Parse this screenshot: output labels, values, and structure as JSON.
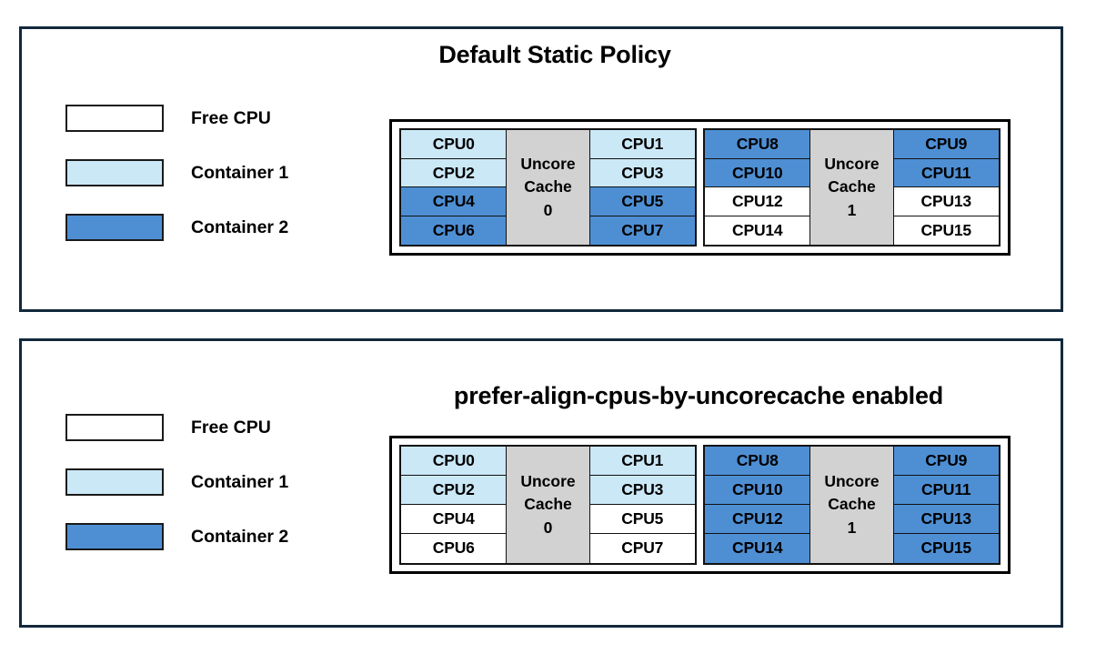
{
  "figure": {
    "panels": [
      {
        "id": "default-static-policy",
        "title": "Default Static Policy",
        "legend": [
          {
            "label": "Free CPU",
            "swatch": "free",
            "color": "#ffffff"
          },
          {
            "label": "Container 1",
            "swatch": "container1",
            "color": "#cbe8f7"
          },
          {
            "label": "Container 2",
            "swatch": "container2",
            "color": "#4e8fd4"
          }
        ],
        "cache_groups": [
          {
            "cache_label_line1": "Uncore",
            "cache_label_line2": "Cache",
            "cache_label_line3": "0",
            "left_column": [
              {
                "label": "CPU0",
                "state": "container1"
              },
              {
                "label": "CPU2",
                "state": "container1"
              },
              {
                "label": "CPU4",
                "state": "container2"
              },
              {
                "label": "CPU6",
                "state": "container2"
              }
            ],
            "right_column": [
              {
                "label": "CPU1",
                "state": "container1"
              },
              {
                "label": "CPU3",
                "state": "container1"
              },
              {
                "label": "CPU5",
                "state": "container2"
              },
              {
                "label": "CPU7",
                "state": "container2"
              }
            ]
          },
          {
            "cache_label_line1": "Uncore",
            "cache_label_line2": "Cache",
            "cache_label_line3": "1",
            "left_column": [
              {
                "label": "CPU8",
                "state": "container2"
              },
              {
                "label": "CPU10",
                "state": "container2"
              },
              {
                "label": "CPU12",
                "state": "free"
              },
              {
                "label": "CPU14",
                "state": "free"
              }
            ],
            "right_column": [
              {
                "label": "CPU9",
                "state": "container2"
              },
              {
                "label": "CPU11",
                "state": "container2"
              },
              {
                "label": "CPU13",
                "state": "free"
              },
              {
                "label": "CPU15",
                "state": "free"
              }
            ]
          }
        ]
      },
      {
        "id": "prefer-align-cpus-by-uncorecache",
        "title": "prefer-align-cpus-by-uncorecache enabled",
        "legend": [
          {
            "label": "Free CPU",
            "swatch": "free",
            "color": "#ffffff"
          },
          {
            "label": "Container 1",
            "swatch": "container1",
            "color": "#cbe8f7"
          },
          {
            "label": "Container 2",
            "swatch": "container2",
            "color": "#4e8fd4"
          }
        ],
        "cache_groups": [
          {
            "cache_label_line1": "Uncore",
            "cache_label_line2": "Cache",
            "cache_label_line3": "0",
            "left_column": [
              {
                "label": "CPU0",
                "state": "container1"
              },
              {
                "label": "CPU2",
                "state": "container1"
              },
              {
                "label": "CPU4",
                "state": "free"
              },
              {
                "label": "CPU6",
                "state": "free"
              }
            ],
            "right_column": [
              {
                "label": "CPU1",
                "state": "container1"
              },
              {
                "label": "CPU3",
                "state": "container1"
              },
              {
                "label": "CPU5",
                "state": "free"
              },
              {
                "label": "CPU7",
                "state": "free"
              }
            ]
          },
          {
            "cache_label_line1": "Uncore",
            "cache_label_line2": "Cache",
            "cache_label_line3": "1",
            "left_column": [
              {
                "label": "CPU8",
                "state": "container2"
              },
              {
                "label": "CPU10",
                "state": "container2"
              },
              {
                "label": "CPU12",
                "state": "container2"
              },
              {
                "label": "CPU14",
                "state": "container2"
              }
            ],
            "right_column": [
              {
                "label": "CPU9",
                "state": "container2"
              },
              {
                "label": "CPU11",
                "state": "container2"
              },
              {
                "label": "CPU13",
                "state": "container2"
              },
              {
                "label": "CPU15",
                "state": "container2"
              }
            ]
          }
        ]
      }
    ],
    "colors": {
      "free": "#ffffff",
      "container1": "#cbe8f7",
      "container2": "#4e8fd4",
      "uncore_cache": "#d2d2d2",
      "panel_border": "#12283c",
      "box_border": "#000000"
    }
  }
}
